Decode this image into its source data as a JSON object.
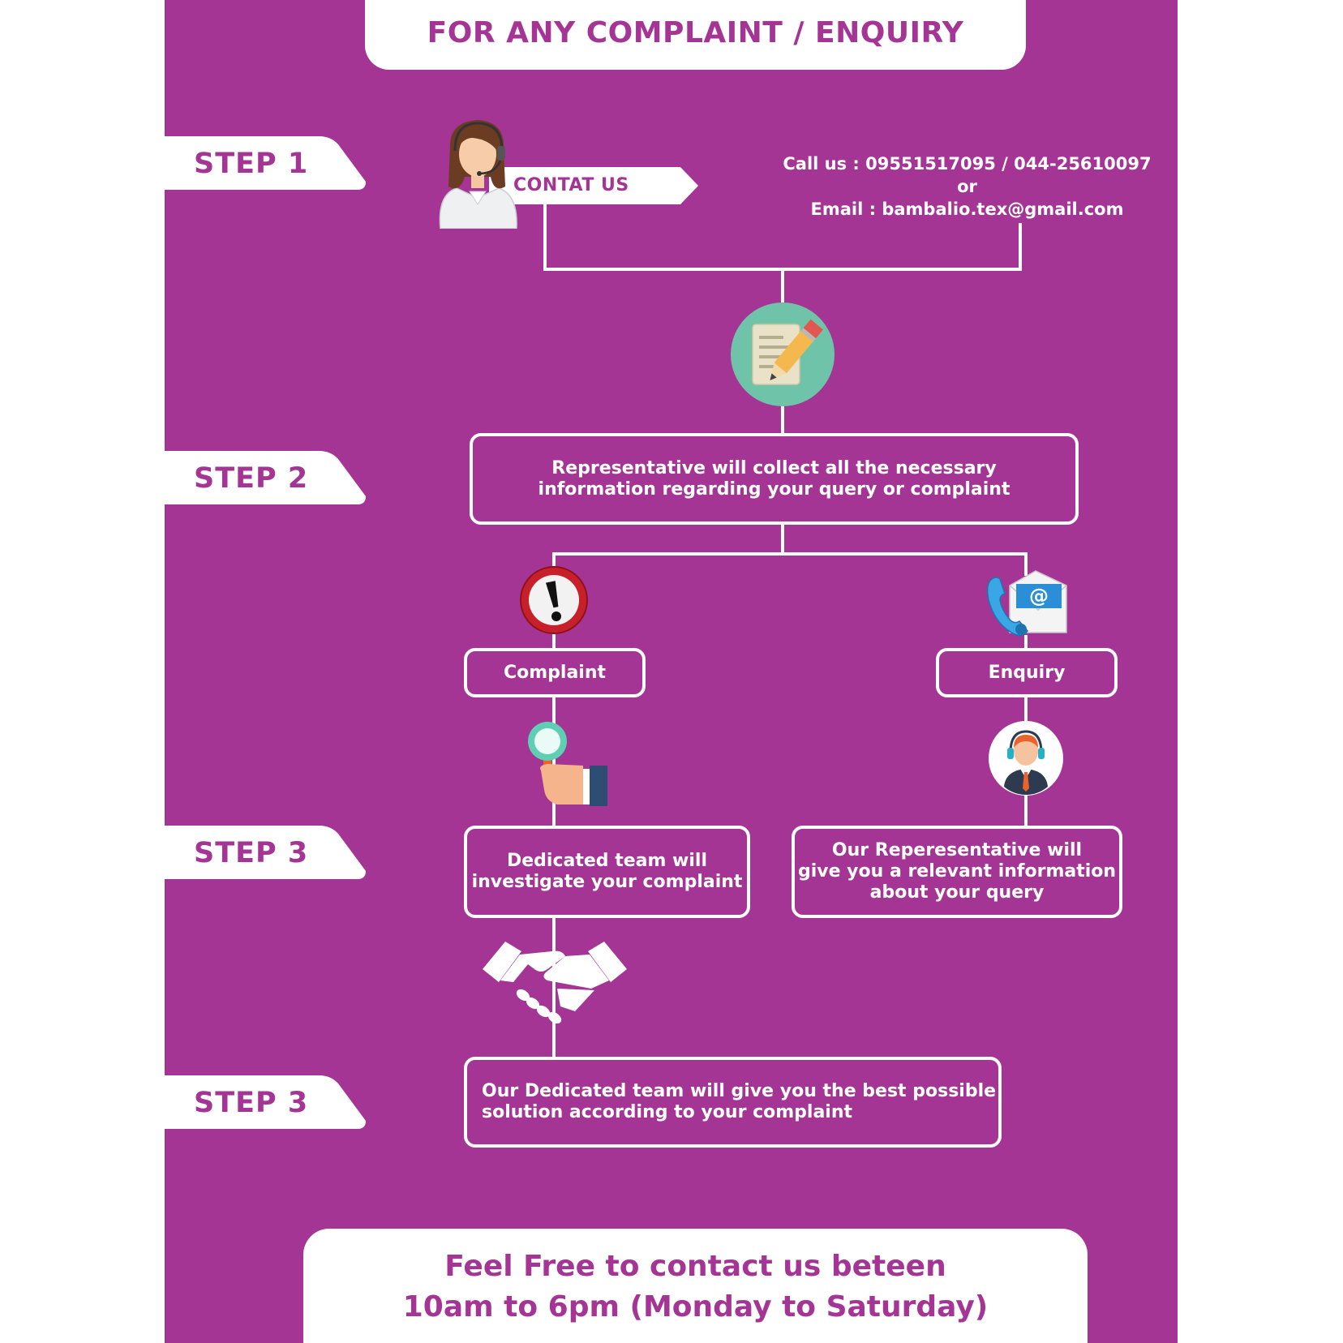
{
  "header": {
    "title": "FOR ANY COMPLAINT / ENQUIRY"
  },
  "steps": {
    "step1": "STEP 1",
    "step2": "STEP 2",
    "step3a": "STEP 3",
    "step3b": "STEP 3"
  },
  "contact": {
    "label": "CONTAT US",
    "call_line": "Call us :  09551517095 / 044-25610097",
    "or_line": "or",
    "email_line": "Email  : bambalio.tex@gmail.com"
  },
  "step2_box": {
    "line1": "Representative will collect all the necessary",
    "line2": "information regarding your query or complaint"
  },
  "branches": {
    "complaint": "Complaint",
    "enquiry": "Enquiry"
  },
  "complaint_box": {
    "line1": "Dedicated team will",
    "line2": "investigate your complaint"
  },
  "enquiry_box": {
    "line1": "Our Reperesentative will",
    "line2": "give you a relevant information",
    "line3": "about your query"
  },
  "solution_box": {
    "line1": "Our Dedicated team will give you the best possible",
    "line2": "solution according to your complaint"
  },
  "footer": {
    "line1": "Feel Free to contact us beteen",
    "line2": "10am to 6pm (Monday to Saturday)"
  },
  "icons": [
    "support-agent-icon",
    "document-pencil-icon",
    "warning-icon",
    "phone-email-icon",
    "magnifier-hand-icon",
    "headset-agent-icon",
    "handshake-icon"
  ],
  "colors": {
    "background": "#a43594",
    "accent": "#ffffff",
    "icon_teal": "#6fc3a9"
  }
}
